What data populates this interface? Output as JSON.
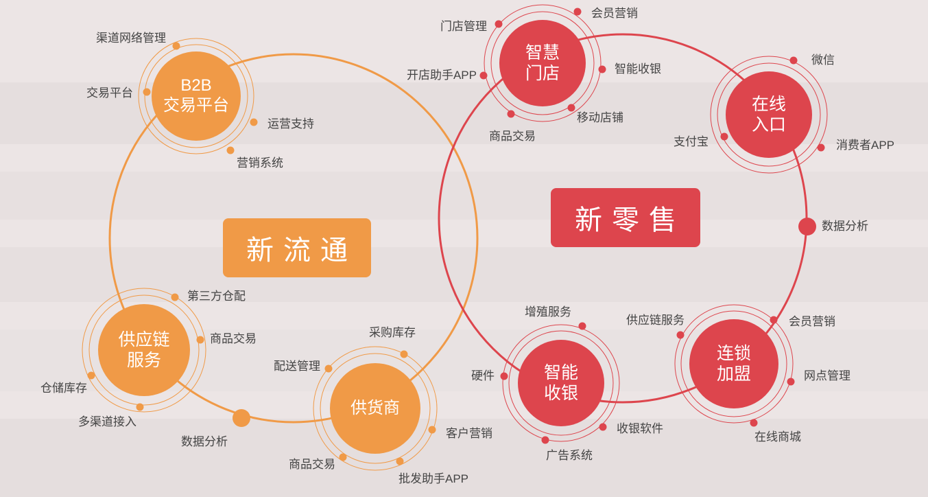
{
  "colors": {
    "orange": "#f09a47",
    "red": "#dd454d",
    "text": "#444444"
  },
  "titles": {
    "left": "新流通",
    "right": "新零售"
  },
  "hubs": {
    "b2b": {
      "line1": "B2B",
      "line2": "交易平台"
    },
    "supply": {
      "line1": "供应链",
      "line2": "服务"
    },
    "supplier": {
      "line1": "供货商"
    },
    "smart_store": {
      "line1": "智慧",
      "line2": "门店"
    },
    "online": {
      "line1": "在线",
      "line2": "入口"
    },
    "chain": {
      "line1": "连锁",
      "line2": "加盟"
    },
    "pos": {
      "line1": "智能",
      "line2": "收银"
    }
  },
  "labels": {
    "b2b_channel": "渠道网络管理",
    "b2b_trade": "交易平台",
    "b2b_ops": "运营支持",
    "b2b_marketing": "营销系统",
    "supply_3pl": "第三方仓配",
    "supply_goods": "商品交易",
    "supply_storage": "仓储库存",
    "supply_multichannel": "多渠道接入",
    "left_analytics": "数据分析",
    "supplier_purchase": "采购库存",
    "supplier_delivery": "配送管理",
    "supplier_crm": "客户营销",
    "supplier_goods": "商品交易",
    "supplier_app": "批发助手APP",
    "store_mgmt": "门店管理",
    "store_member": "会员营销",
    "store_app": "开店助手APP",
    "store_pos": "智能收银",
    "store_mobile": "移动店铺",
    "store_goods": "商品交易",
    "online_wechat": "微信",
    "online_alipay": "支付宝",
    "online_app": "消费者APP",
    "right_analytics": "数据分析",
    "chain_member": "会员营销",
    "chain_supply": "供应链服务",
    "chain_network": "网点管理",
    "chain_mall": "在线商城",
    "pos_value": "增殖服务",
    "pos_hardware": "硬件",
    "pos_software": "收银软件",
    "pos_ads": "广告系统"
  }
}
